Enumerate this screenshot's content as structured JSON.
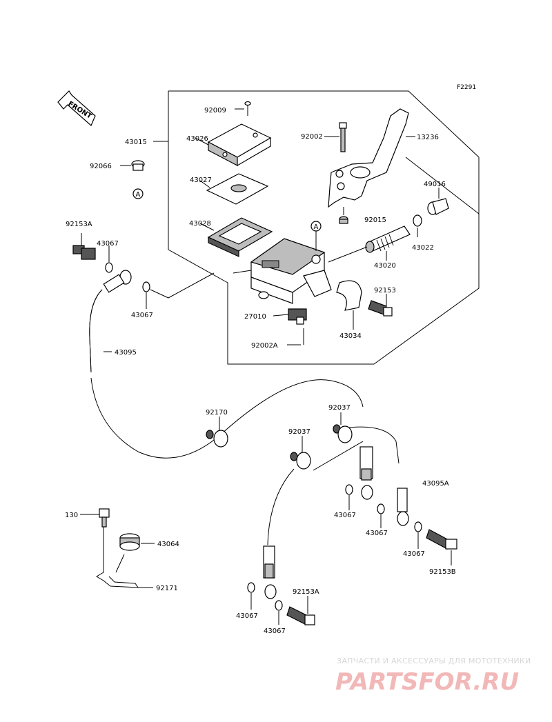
{
  "diagram_ref": "F2291",
  "front_label": "FRONT",
  "circle_marker": "A",
  "parts": {
    "p92009": "92009",
    "p43015": "43015",
    "p43026": "43026",
    "p92066": "92066",
    "p43027": "43027",
    "p43028": "43028",
    "p92153A_top": "92153A",
    "p43067_a": "43067",
    "p43067_b": "43067",
    "p43095": "43095",
    "p92002": "92002",
    "p13236": "13236",
    "p49016": "49016",
    "p92015": "92015",
    "p43022": "43022",
    "p43020": "43020",
    "p92153": "92153",
    "p27010": "27010",
    "p43034": "43034",
    "p92002A": "92002A",
    "p92170": "92170",
    "p92037_a": "92037",
    "p92037_b": "92037",
    "p43095A": "43095A",
    "p43067_c": "43067",
    "p43067_d": "43067",
    "p43067_e": "43067",
    "p92153B": "92153B",
    "p130": "130",
    "p43064": "43064",
    "p92171": "92171",
    "p92153A_bottom": "92153A",
    "p43067_f": "43067",
    "p43067_g": "43067"
  },
  "watermark": {
    "tagline": "ЗАПЧАСТИ И АКСЕССУАРЫ ДЛЯ МОТОТЕХНИКИ",
    "brand": "PARTSFOR.RU",
    "color": "#e89a9a"
  }
}
